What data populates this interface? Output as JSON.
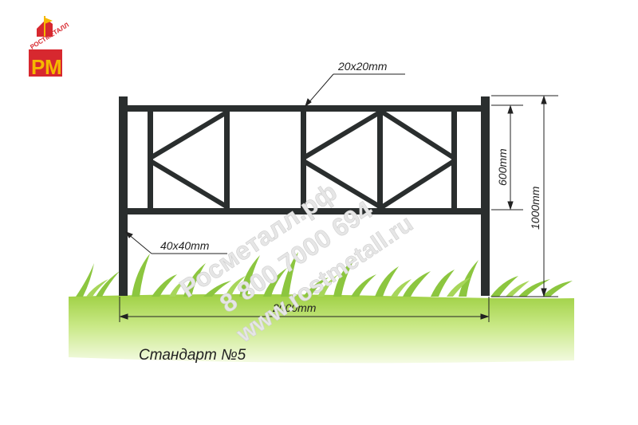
{
  "logo": {
    "small_text": "РОСТМЕТАЛЛ",
    "letters": "РМ"
  },
  "dimensions": {
    "top_rail": "20x20mm",
    "post": "40x40mm",
    "panel_height": "600mm",
    "total_height": "1000mm",
    "width": "2000mm"
  },
  "caption": "Стандарт №5",
  "watermark": {
    "line1": "Росметалл.рф",
    "line2": "8 800 7000 694",
    "line3": "www.rostmetall.ru"
  },
  "colors": {
    "metal": "#2a2e2e",
    "grass_light": "#d9ef9c",
    "grass_dark": "#8cc63f",
    "logo_red": "#d7282f",
    "logo_yellow": "#f5b800"
  }
}
